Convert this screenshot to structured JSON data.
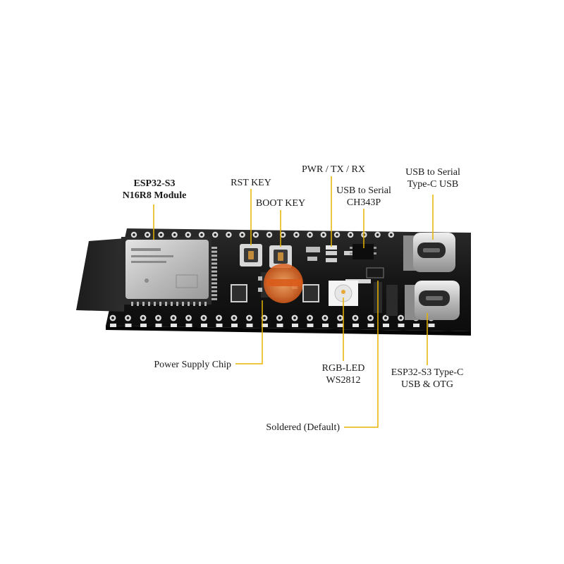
{
  "labels": {
    "module": {
      "line1": "ESP32-S3",
      "line2": "N16R8 Module"
    },
    "rst_key": "RST KEY",
    "boot_key": "BOOT KEY",
    "pwr_tx_rx": "PWR / TX / RX",
    "ch343": {
      "line1": "USB to Serial",
      "line2": "CH343P"
    },
    "usb_serial": {
      "line1": "USB to Serial",
      "line2": "Type-C USB"
    },
    "power_chip": "Power Supply Chip",
    "rgb_led": {
      "line1": "RGB-LED",
      "line2": "WS2812"
    },
    "usb_otg": {
      "line1": "ESP32-S3 Type-C",
      "line2": "USB & OTG"
    },
    "soldered": "Soldered (Default)"
  },
  "colors": {
    "leader": "#e8b400",
    "pcb": "#141414",
    "silkscreen": "#e6e6e6",
    "module_shield": "#c8c8c8",
    "usb_metal": "#d0d0d0"
  },
  "icons": [
    "rst-button-icon",
    "boot-button-icon",
    "usb-c-port-icon",
    "rgb-led-icon"
  ]
}
